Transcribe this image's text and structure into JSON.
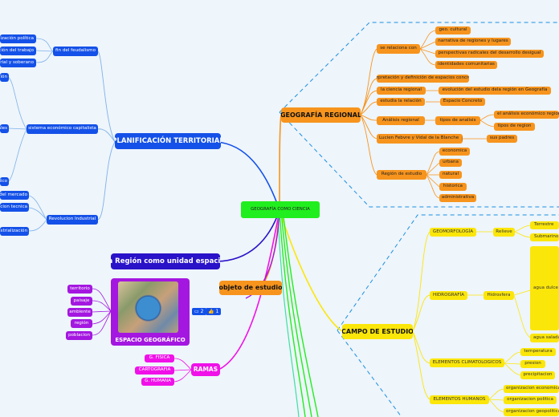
{
  "central": "GEOGRAFÍA COMO CIENCIA",
  "planificacion": {
    "title": "PLANIFICACIÓN TERRITORIAL",
    "fin_feudalismo": "fin del feudalismo",
    "feudal_items": [
      "organización política",
      "ación del trabajo",
      "torial y soberano"
    ],
    "sistema": "sistema económico capitalista",
    "left_items": [
      "ación",
      "ales",
      "alico"
    ],
    "revolucion": "Revolucion Industrial",
    "revolucion_items": [
      "del mercado",
      "acion tecnica",
      "dustrialización"
    ]
  },
  "region_unidad": "La Región como unidad espacial",
  "espacio": {
    "title": "ESPACIO GEOGRÁFICO",
    "items": [
      "territorio",
      "paisaje",
      "ambiente",
      "región",
      "poblacion"
    ],
    "comments": "2",
    "likes": "1"
  },
  "objeto": "objeto de estudio",
  "ramas": {
    "title": "RAMAS",
    "items": [
      "G. FISICA",
      "CARTOGRAFIA",
      "G. HUMANA"
    ]
  },
  "regional": {
    "title": "GEOGRAFÍA REGIONAL",
    "relaciona": "se relaciona con",
    "relaciona_items": [
      "geo. cultural",
      "narrativa de regiones y lugares",
      "perspectivas radicales del desarrollo desigual",
      "identidades comunitarias"
    ],
    "interpretacion": "Interpretación y definición de espacios concretos",
    "ciencia_regional": "la ciencia regional",
    "evolucion": "evolución del estudio dela región en Geografía",
    "estudia": "estudia la relación",
    "espacio_concreto": "Espacio Concreto",
    "analisis": "Análisis regional",
    "tipos_analisis": "tipos de analisis",
    "analisis_economico": "el análisis económico regional",
    "tipos_region": "tipos de region",
    "lucien": "Lucien Febvre y Vidal de la Blanche",
    "sus_padres": "sus padres",
    "region_estudio": "Región de estudio",
    "region_items": [
      "economica",
      "urbana",
      "natural",
      "historica",
      "administrativa"
    ]
  },
  "campo": {
    "title": "CAMPO DE ESTUDIO",
    "geomorfologia": "GEOMORFOLOGÍA",
    "relieve": "Relieve",
    "relieve_items": [
      "Terrestre",
      "Submarino"
    ],
    "hidrografia": "HIDROGRAFÍA",
    "hidrosfera": "Hidrosfera",
    "agua_dulce": "agua dulce",
    "agua_salada": "agua salada",
    "climatologicos": "ELEMENTOS CLIMATOLOGICOS",
    "clima_items": [
      "temperatura",
      "presion",
      "precipitacion"
    ],
    "humanos": "ELEMENTOS HUMANOS",
    "humanos_items": [
      "organizacion economica",
      "organizacion politica",
      "organizacion geopolitica"
    ]
  },
  "colors": {
    "planificacion": "#1451e8",
    "regional": "#f7941d",
    "campo": "#fbe60a",
    "ramas": "#f011e8",
    "espacio": "#a417e0",
    "central": "#21ee1e"
  }
}
